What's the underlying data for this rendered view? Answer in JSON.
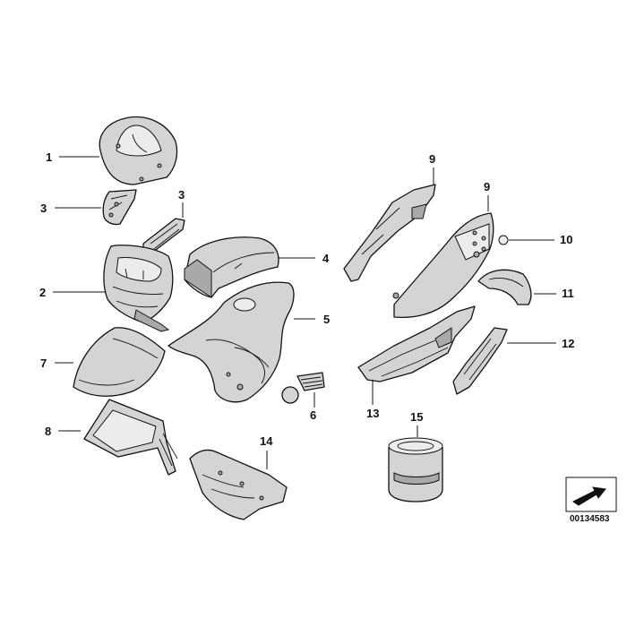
{
  "diagram": {
    "callouts": {
      "c1": "1",
      "c2": "2",
      "c3a": "3",
      "c3b": "3",
      "c4": "4",
      "c5": "5",
      "c6": "6",
      "c7": "7",
      "c8": "8",
      "c9a": "9",
      "c9b": "9",
      "c10": "10",
      "c11": "11",
      "c12": "12",
      "c13": "13",
      "c14": "14",
      "c15": "15"
    },
    "reference_number": "00134583"
  }
}
